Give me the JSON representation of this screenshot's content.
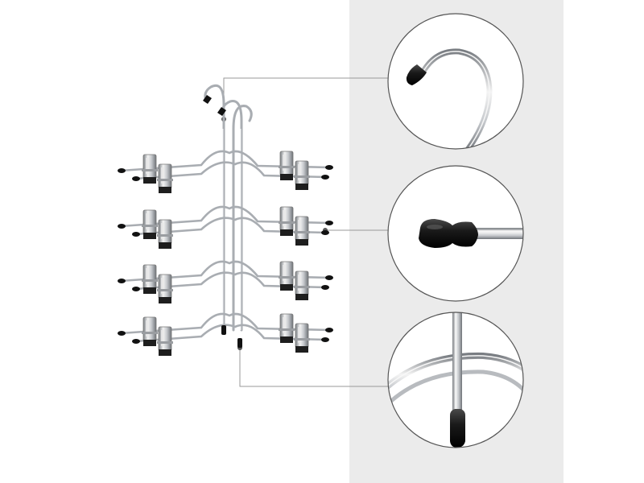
{
  "scene": {
    "subject": "four-tier-clip-hanger",
    "tiers": 4,
    "clips_per_side": 2,
    "detail_callouts": [
      {
        "name": "hook-tip-detail",
        "depicts": "hook-end-cap"
      },
      {
        "name": "bar-end-detail",
        "depicts": "bar-end-cap"
      },
      {
        "name": "stem-end-detail",
        "depicts": "stem-end-cap"
      }
    ]
  },
  "colors": {
    "background": "#ffffff",
    "panel": "#ebebeb",
    "chrome": "#b9bcc0",
    "chrome_highlight": "#f2f2f2",
    "chrome_dark": "#6f7378",
    "cap": "#1c1c1c",
    "callout_line": "#9a9a9a",
    "circle_border": "#555555"
  }
}
